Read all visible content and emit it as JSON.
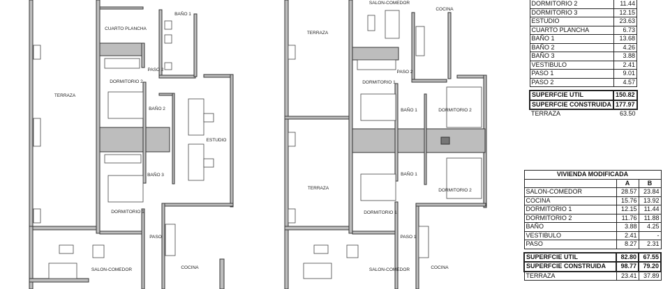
{
  "plan_current": {
    "rooms": [
      "BAÑO 1",
      "CUARTO PLANCHA",
      "PASO 2",
      "DORMITORIO 2",
      "TERRAZA",
      "BAÑO 2",
      "ESTUDIO",
      "BAÑO 3",
      "DORMITORIO 1",
      "PASO",
      "SALON-COMEDOR",
      "COCINA"
    ]
  },
  "plan_modified": {
    "rooms": [
      "SALON-COMEDOR",
      "COCINA",
      "TERRAZA",
      "PASO 2",
      "DORMITORIO 1",
      "BAÑO 1",
      "DORMITORIO 2",
      "TERRAZA",
      "BAÑO 1",
      "DORMITORIO 2",
      "DORMITORIO 1",
      "PASO 1",
      "SALON-COMEDOR",
      "COCINA"
    ]
  },
  "table_current": {
    "rows": [
      {
        "label": "DORMITORIO 2",
        "value": "11.44"
      },
      {
        "label": "DORMITORIO 3",
        "value": "12.15"
      },
      {
        "label": "ESTUDIO",
        "value": "23.63"
      },
      {
        "label": "CUARTO PLANCHA",
        "value": "6.73"
      },
      {
        "label": "BAÑO 1",
        "value": "13.68"
      },
      {
        "label": "BAÑO 2",
        "value": "4.26"
      },
      {
        "label": "BAÑO 3",
        "value": "3.88"
      },
      {
        "label": "VESTIBULO",
        "value": "2.41"
      },
      {
        "label": "PASO 1",
        "value": "9.01"
      },
      {
        "label": "PASO 2",
        "value": "4.57"
      }
    ],
    "totals": [
      {
        "label": "SUPERFCIE UTIL",
        "value": "150.82"
      },
      {
        "label": "SUPERFCIE CONSTRUIDA",
        "value": "177.97"
      }
    ],
    "terraza": {
      "label": "TERRAZA",
      "value": "63.50"
    }
  },
  "table_modified": {
    "title": "VIVIENDA MODIFICADA",
    "columns": [
      "A",
      "B"
    ],
    "rows": [
      {
        "label": "SALON-COMEDOR",
        "a": "28.57",
        "b": "23.84"
      },
      {
        "label": "COCINA",
        "a": "15.76",
        "b": "13.92"
      },
      {
        "label": "DORMITORIO 1",
        "a": "12.15",
        "b": "11.44"
      },
      {
        "label": "DORMITORIO 2",
        "a": "11.76",
        "b": "11.88"
      },
      {
        "label": "BAÑO",
        "a": "3.88",
        "b": "4.25"
      },
      {
        "label": "VESTIBULO",
        "a": "2.41",
        "b": "-"
      },
      {
        "label": "PASO",
        "a": "8.27",
        "b": "2.31"
      }
    ],
    "totals": [
      {
        "label": "SUPERFCIE UTIL",
        "a": "82.80",
        "b": "67.55"
      },
      {
        "label": "SUPERFCIE CONSTRUIDA",
        "a": "98.77",
        "b": "79.20"
      },
      {
        "label": "TERRAZA",
        "a": "23.41",
        "b": "37.89"
      }
    ]
  }
}
